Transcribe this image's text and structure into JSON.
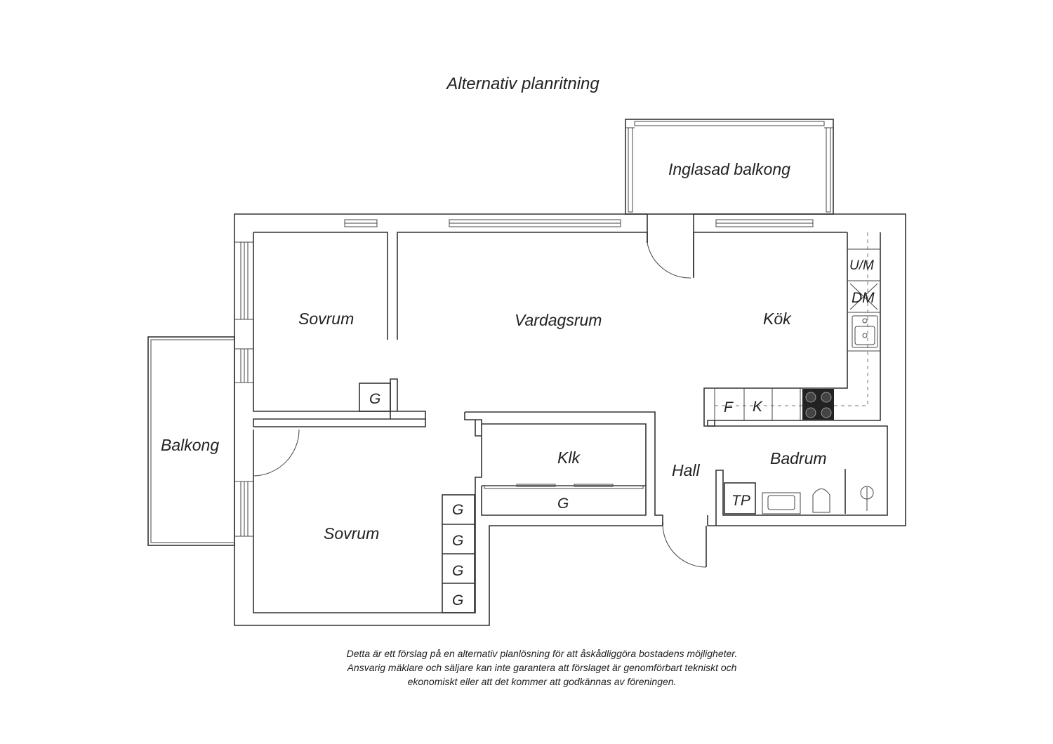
{
  "title": "Alternativ planritning",
  "rooms": {
    "inglasad_balkong": "Inglasad balkong",
    "sovrum_top": "Sovrum",
    "vardagsrum": "Vardagsrum",
    "kok": "Kök",
    "balkong": "Balkong",
    "klk": "Klk",
    "hall": "Hall",
    "badrum": "Badrum",
    "sovrum_bottom": "Sovrum"
  },
  "fixtures": {
    "um": "U/M",
    "dm": "DM",
    "f": "F",
    "k": "K",
    "tp": "TP",
    "g": "G"
  },
  "disclaimer": [
    "Detta är ett förslag på en alternativ planlösning för att åskådliggöra bostadens möjligheter.",
    "Ansvarig mäklare och säljare kan inte garantera att förslaget är genomförbart tekniskt och",
    "ekonomiskt eller att det kommer att godkännas av föreningen."
  ]
}
